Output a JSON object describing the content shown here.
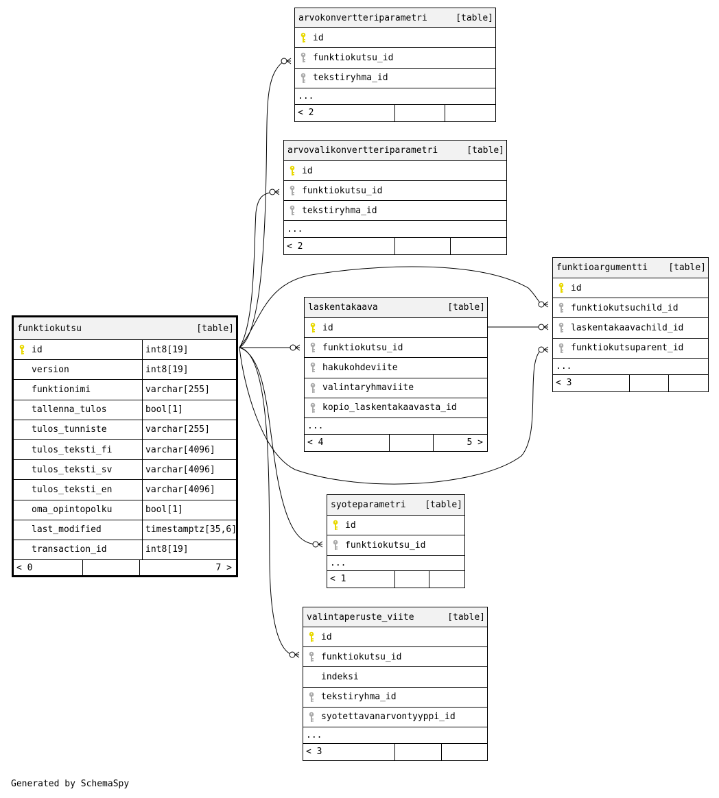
{
  "footer_text": "Generated by SchemaSpy",
  "colors": {
    "primary_key": "#e8d800",
    "foreign_key": "#aaaaaa",
    "header_bg": "#f2f2f2"
  },
  "tables": {
    "funktiokutsu": {
      "name": "funktiokutsu",
      "type": "[table]",
      "columns": [
        {
          "name": "id",
          "type": "int8[19]",
          "key": "primary-key-icon"
        },
        {
          "name": "version",
          "type": "int8[19]",
          "key": ""
        },
        {
          "name": "funktionimi",
          "type": "varchar[255]",
          "key": ""
        },
        {
          "name": "tallenna_tulos",
          "type": "bool[1]",
          "key": ""
        },
        {
          "name": "tulos_tunniste",
          "type": "varchar[255]",
          "key": ""
        },
        {
          "name": "tulos_teksti_fi",
          "type": "varchar[4096]",
          "key": ""
        },
        {
          "name": "tulos_teksti_sv",
          "type": "varchar[4096]",
          "key": ""
        },
        {
          "name": "tulos_teksti_en",
          "type": "varchar[4096]",
          "key": ""
        },
        {
          "name": "oma_opintopolku",
          "type": "bool[1]",
          "key": ""
        },
        {
          "name": "last_modified",
          "type": "timestamptz[35,6]",
          "key": ""
        },
        {
          "name": "transaction_id",
          "type": "int8[19]",
          "key": ""
        }
      ],
      "footer_left": "< 0",
      "footer_right": "7 >"
    },
    "arvokonvertteriparametri": {
      "name": "arvokonvertteriparametri",
      "type": "[table]",
      "columns": [
        {
          "name": "id",
          "key": "primary-key-icon"
        },
        {
          "name": "funktiokutsu_id",
          "key": "foreign-key-icon"
        },
        {
          "name": "tekstiryhma_id",
          "key": "foreign-key-icon"
        }
      ],
      "ellipsis": "...",
      "footer_left": "< 2",
      "footer_right": ""
    },
    "arvovalikonvertteriparametri": {
      "name": "arvovalikonvertteriparametri",
      "type": "[table]",
      "columns": [
        {
          "name": "id",
          "key": "primary-key-icon"
        },
        {
          "name": "funktiokutsu_id",
          "key": "foreign-key-icon"
        },
        {
          "name": "tekstiryhma_id",
          "key": "foreign-key-icon"
        }
      ],
      "ellipsis": "...",
      "footer_left": "< 2",
      "footer_right": ""
    },
    "laskentakaava": {
      "name": "laskentakaava",
      "type": "[table]",
      "columns": [
        {
          "name": "id",
          "key": "primary-key-icon"
        },
        {
          "name": "funktiokutsu_id",
          "key": "foreign-key-icon"
        },
        {
          "name": "hakukohdeviite",
          "key": "foreign-key-icon"
        },
        {
          "name": "valintaryhmaviite",
          "key": "foreign-key-icon"
        },
        {
          "name": "kopio_laskentakaavasta_id",
          "key": "foreign-key-icon"
        }
      ],
      "ellipsis": "...",
      "footer_left": "< 4",
      "footer_right": "5 >"
    },
    "funktioargumentti": {
      "name": "funktioargumentti",
      "type": "[table]",
      "columns": [
        {
          "name": "id",
          "key": "primary-key-icon"
        },
        {
          "name": "funktiokutsuchild_id",
          "key": "foreign-key-icon"
        },
        {
          "name": "laskentakaavachild_id",
          "key": "foreign-key-icon"
        },
        {
          "name": "funktiokutsuparent_id",
          "key": "foreign-key-icon"
        }
      ],
      "ellipsis": "...",
      "footer_left": "< 3",
      "footer_right": ""
    },
    "syoteparametri": {
      "name": "syoteparametri",
      "type": "[table]",
      "columns": [
        {
          "name": "id",
          "key": "primary-key-icon"
        },
        {
          "name": "funktiokutsu_id",
          "key": "foreign-key-icon"
        }
      ],
      "ellipsis": "...",
      "footer_left": "< 1",
      "footer_right": ""
    },
    "valintaperuste_viite": {
      "name": "valintaperuste_viite",
      "type": "[table]",
      "columns": [
        {
          "name": "id",
          "key": "primary-key-icon"
        },
        {
          "name": "funktiokutsu_id",
          "key": "foreign-key-icon"
        },
        {
          "name": "indeksi",
          "key": ""
        },
        {
          "name": "tekstiryhma_id",
          "key": "foreign-key-icon"
        },
        {
          "name": "syotettavanarvontyyppi_id",
          "key": "foreign-key-icon"
        }
      ],
      "ellipsis": "...",
      "footer_left": "< 3",
      "footer_right": ""
    }
  }
}
